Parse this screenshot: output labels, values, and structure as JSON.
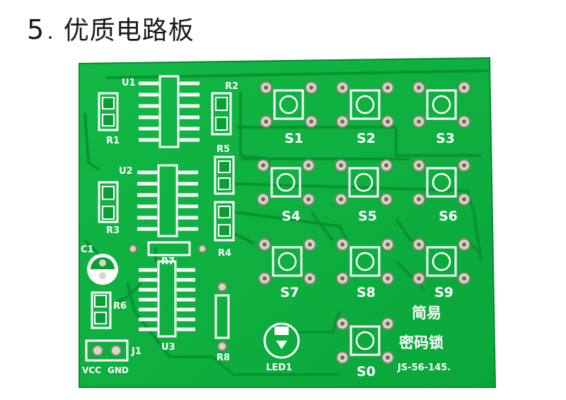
{
  "heading": {
    "number": "5",
    "separator": ".",
    "title": "优质电路板"
  },
  "board": {
    "colors": {
      "solder_mask": "#0db23f",
      "trace": "#0a9e36",
      "silkscreen": "#ffffff",
      "pad": "#d9d4c8"
    },
    "labels": {
      "u1": "U1",
      "u2": "U2",
      "u3": "U3",
      "r1": "R1",
      "r2": "R2",
      "r3": "R3",
      "r4": "R4",
      "r5": "R5",
      "r6": "R6",
      "r7": "R7",
      "r8": "R8",
      "c1": "C1",
      "j1": "J1",
      "led1": "LED1",
      "vcc": "VCC",
      "gnd": "GND",
      "s0": "S0",
      "s1": "S1",
      "s2": "S2",
      "s3": "S3",
      "s4": "S4",
      "s5": "S5",
      "s6": "S6",
      "s7": "S7",
      "s8": "S8",
      "s9": "S9",
      "product_line1": "简易",
      "product_line2": "密码锁",
      "model": "JS-56-145."
    }
  }
}
